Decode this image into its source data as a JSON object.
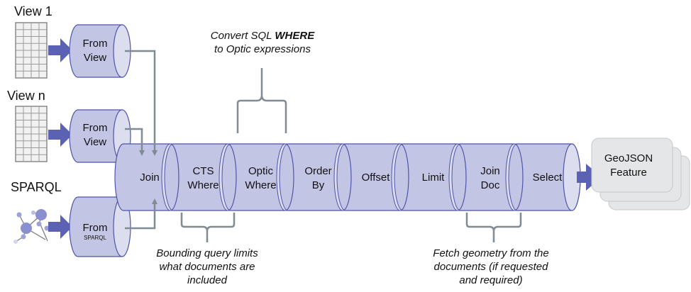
{
  "sources": [
    {
      "label": "View 1",
      "icon": "table-grid-icon",
      "stage_line1": "From",
      "stage_line2": "View"
    },
    {
      "label": "View n",
      "icon": "table-grid-icon",
      "stage_line1": "From",
      "stage_line2": "View"
    },
    {
      "label": "SPARQL",
      "icon": "graph-network-icon",
      "stage_line1": "From",
      "stage_line2": "SPARQL"
    }
  ],
  "pipeline": [
    {
      "line1": "Join",
      "line2": ""
    },
    {
      "line1": "CTS",
      "line2": "Where"
    },
    {
      "line1": "Optic",
      "line2": "Where"
    },
    {
      "line1": "Order",
      "line2": "By"
    },
    {
      "line1": "Offset",
      "line2": ""
    },
    {
      "line1": "Limit",
      "line2": ""
    },
    {
      "line1": "Join",
      "line2": "Doc"
    },
    {
      "line1": "Select",
      "line2": ""
    }
  ],
  "output": {
    "line1": "GeoJSON",
    "line2": "Feature"
  },
  "annotations": {
    "top": {
      "line1_prefix": "Convert SQL ",
      "line1_bold": "WHERE",
      "line2": "to Optic expressions"
    },
    "bottom_left": {
      "line1": "Bounding query limits",
      "line2": "what documents are",
      "line3": "included"
    },
    "bottom_right": {
      "line1": "Fetch geometry from the",
      "line2": "documents (if requested",
      "line3": "and required)"
    }
  },
  "colors": {
    "cylinder_fill": "#c2c5e4",
    "cylinder_cap": "#dcdeef",
    "cylinder_stroke": "#4f55a8",
    "arrow": "#5b61b3",
    "connector": "#7f8c93",
    "output_fill": "#e4e6e8",
    "output_stroke": "#c4c8cc"
  }
}
